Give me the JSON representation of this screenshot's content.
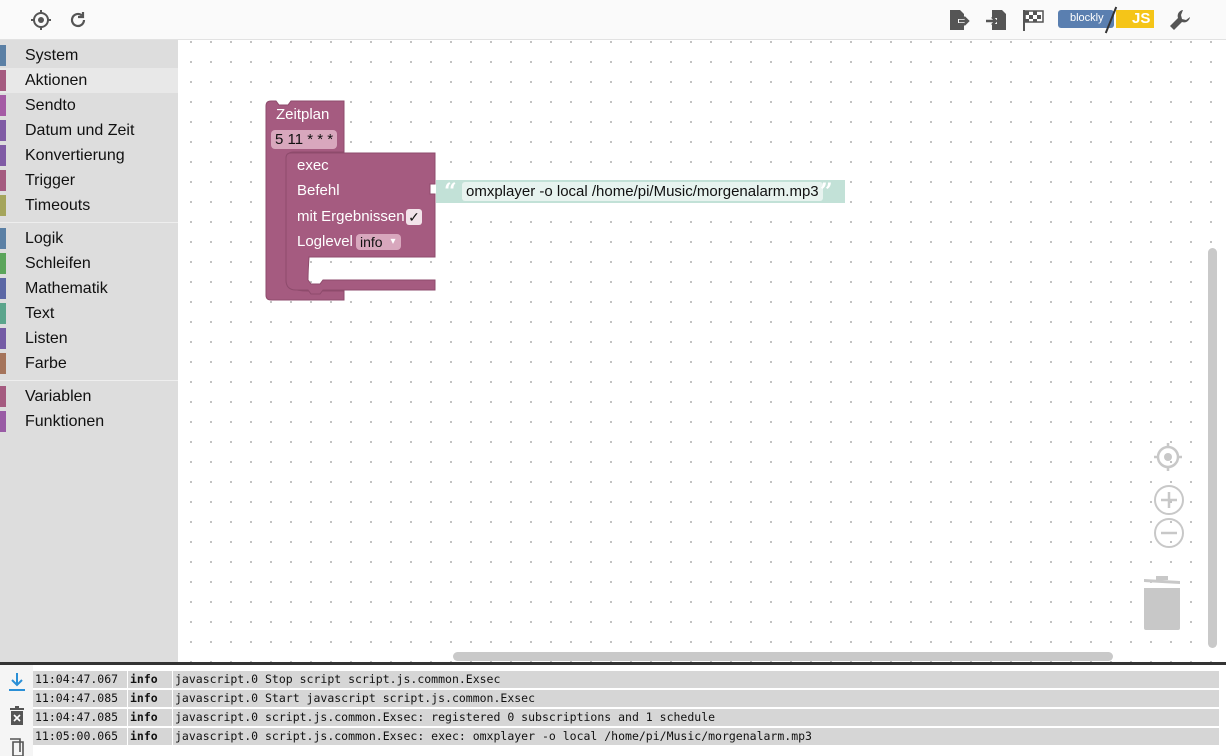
{
  "toolbar": {
    "left_icons": [
      "locate-icon",
      "refresh-icon"
    ],
    "right_icons": [
      "export-icon",
      "import-icon",
      "checkered-flag-icon",
      "blockly-to-js-icon",
      "wrench-icon"
    ],
    "blockly_label": "blockly",
    "js_label": "JS",
    "colors": {
      "icon": "#555555",
      "blockly": "#5a7fb0",
      "js": "#f5c518"
    }
  },
  "sidebar": {
    "selected": "Aktionen",
    "groups": [
      [
        {
          "label": "System",
          "color": "#5b80a5"
        },
        {
          "label": "Aktionen",
          "color": "#a55b80"
        },
        {
          "label": "Sendto",
          "color": "#a55ba5"
        },
        {
          "label": "Datum und Zeit",
          "color": "#805ba5"
        },
        {
          "label": "Konvertierung",
          "color": "#805ba5"
        },
        {
          "label": "Trigger",
          "color": "#a55b80"
        },
        {
          "label": "Timeouts",
          "color": "#a5a55b"
        }
      ],
      [
        {
          "label": "Logik",
          "color": "#5b80a5"
        },
        {
          "label": "Schleifen",
          "color": "#5ba55b"
        },
        {
          "label": "Mathematik",
          "color": "#5b67a5"
        },
        {
          "label": "Text",
          "color": "#5ba58c"
        },
        {
          "label": "Listen",
          "color": "#745ba5"
        },
        {
          "label": "Farbe",
          "color": "#a5745b"
        }
      ],
      [
        {
          "label": "Variablen",
          "color": "#a55b80"
        },
        {
          "label": "Funktionen",
          "color": "#995ba5"
        }
      ]
    ]
  },
  "blocks": {
    "schedule": {
      "label": "Zeitplan",
      "cron": "5 11 * * *",
      "color": "#a55b80"
    },
    "exec": {
      "label": "exec",
      "command_label": "Befehl",
      "results_label": "mit Ergebnissen",
      "results_checked": "✓",
      "loglevel_label": "Loglevel",
      "loglevel_value": "info",
      "dropdown_arrow": "▾"
    },
    "string": {
      "open_quote": "“",
      "value": "omxplayer -o local /home/pi/Music/morgenalarm.mp3",
      "close_quote": "”",
      "color": "#c2e1d7"
    }
  },
  "workspace_controls": [
    "center-icon",
    "zoom-in-icon",
    "zoom-out-icon",
    "trash-icon"
  ],
  "log": {
    "tools": [
      "scroll-bottom-icon",
      "clear-log-icon",
      "copy-icon"
    ],
    "rows": [
      {
        "time": "11:04:47.067",
        "severity": "info",
        "message": "javascript.0 Stop script script.js.common.Exsec"
      },
      {
        "time": "11:04:47.085",
        "severity": "info",
        "message": "javascript.0 Start javascript script.js.common.Exsec"
      },
      {
        "time": "11:04:47.085",
        "severity": "info",
        "message": "javascript.0 script.js.common.Exsec: registered 0 subscriptions and 1 schedule"
      },
      {
        "time": "11:05:00.065",
        "severity": "info",
        "message": "javascript.0 script.js.common.Exsec: exec: omxplayer -o local /home/pi/Music/morgenalarm.mp3"
      }
    ]
  }
}
